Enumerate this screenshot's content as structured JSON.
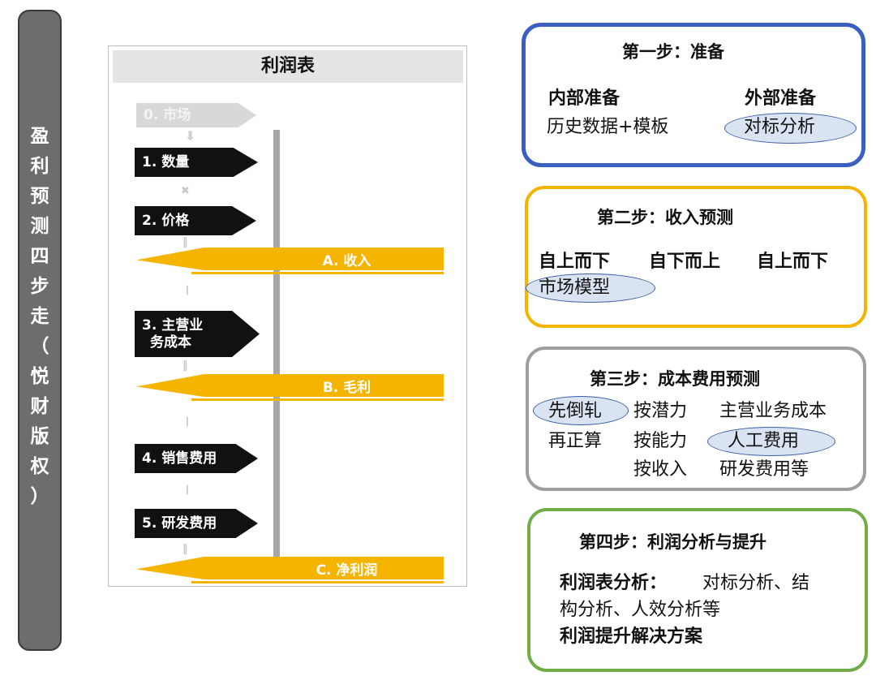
{
  "banner": {
    "chars": [
      "盈",
      "利",
      "预",
      "测",
      "四",
      "步",
      "走",
      "（",
      "悦",
      "财",
      "版",
      "权",
      "）"
    ]
  },
  "table": {
    "title": "利润表",
    "market": "0. 市场",
    "quantity": "1. 数量",
    "price": "2. 价格",
    "revenue": "A. 收入",
    "cost_line1": "3. 主营业",
    "cost_line2": "务成本",
    "gross": "B. 毛利",
    "sales_expense": "4. 销售费用",
    "rd_expense": "5. 研发费用",
    "net": "C. 净利润",
    "op_multiply": "✖",
    "op_equal": "‖",
    "op_minus": "—"
  },
  "step1": {
    "title": "第一步：准备",
    "internal_label": "内部准备",
    "internal_detail": "历史数据+模板",
    "external_label": "外部准备",
    "external_detail": "对标分析"
  },
  "step2": {
    "title": "第二步：收入预测",
    "approach1": "自上而下",
    "approach2": "自下而上",
    "approach3": "自上而下",
    "model": "市场模型"
  },
  "step3": {
    "title": "第三步：成本费用预测",
    "col1_row1": "先倒轧",
    "col1_row2": "再正算",
    "col2_row1": "按潜力",
    "col2_row2": "按能力",
    "col2_row3": "按收入",
    "col3_row1": "主营业务成本",
    "col3_row2": "人工费用",
    "col3_row3": "研发费用等"
  },
  "step4": {
    "title": "第四步：利润分析与提升",
    "analysis_label": "利润表分析：",
    "analysis_text1": "对标分析、结",
    "analysis_text2": "构分析、人效分析等",
    "solution": "利润提升解决方案"
  },
  "colors": {
    "banner": "#6d6d6d",
    "yellow": "#f4b400",
    "black": "#111111",
    "step1_border": "#3b5fc1",
    "step2_border": "#f4b400",
    "step3_border": "#9e9e9e",
    "step4_border": "#70ad47",
    "oval_fill": "#d9e3f1"
  }
}
